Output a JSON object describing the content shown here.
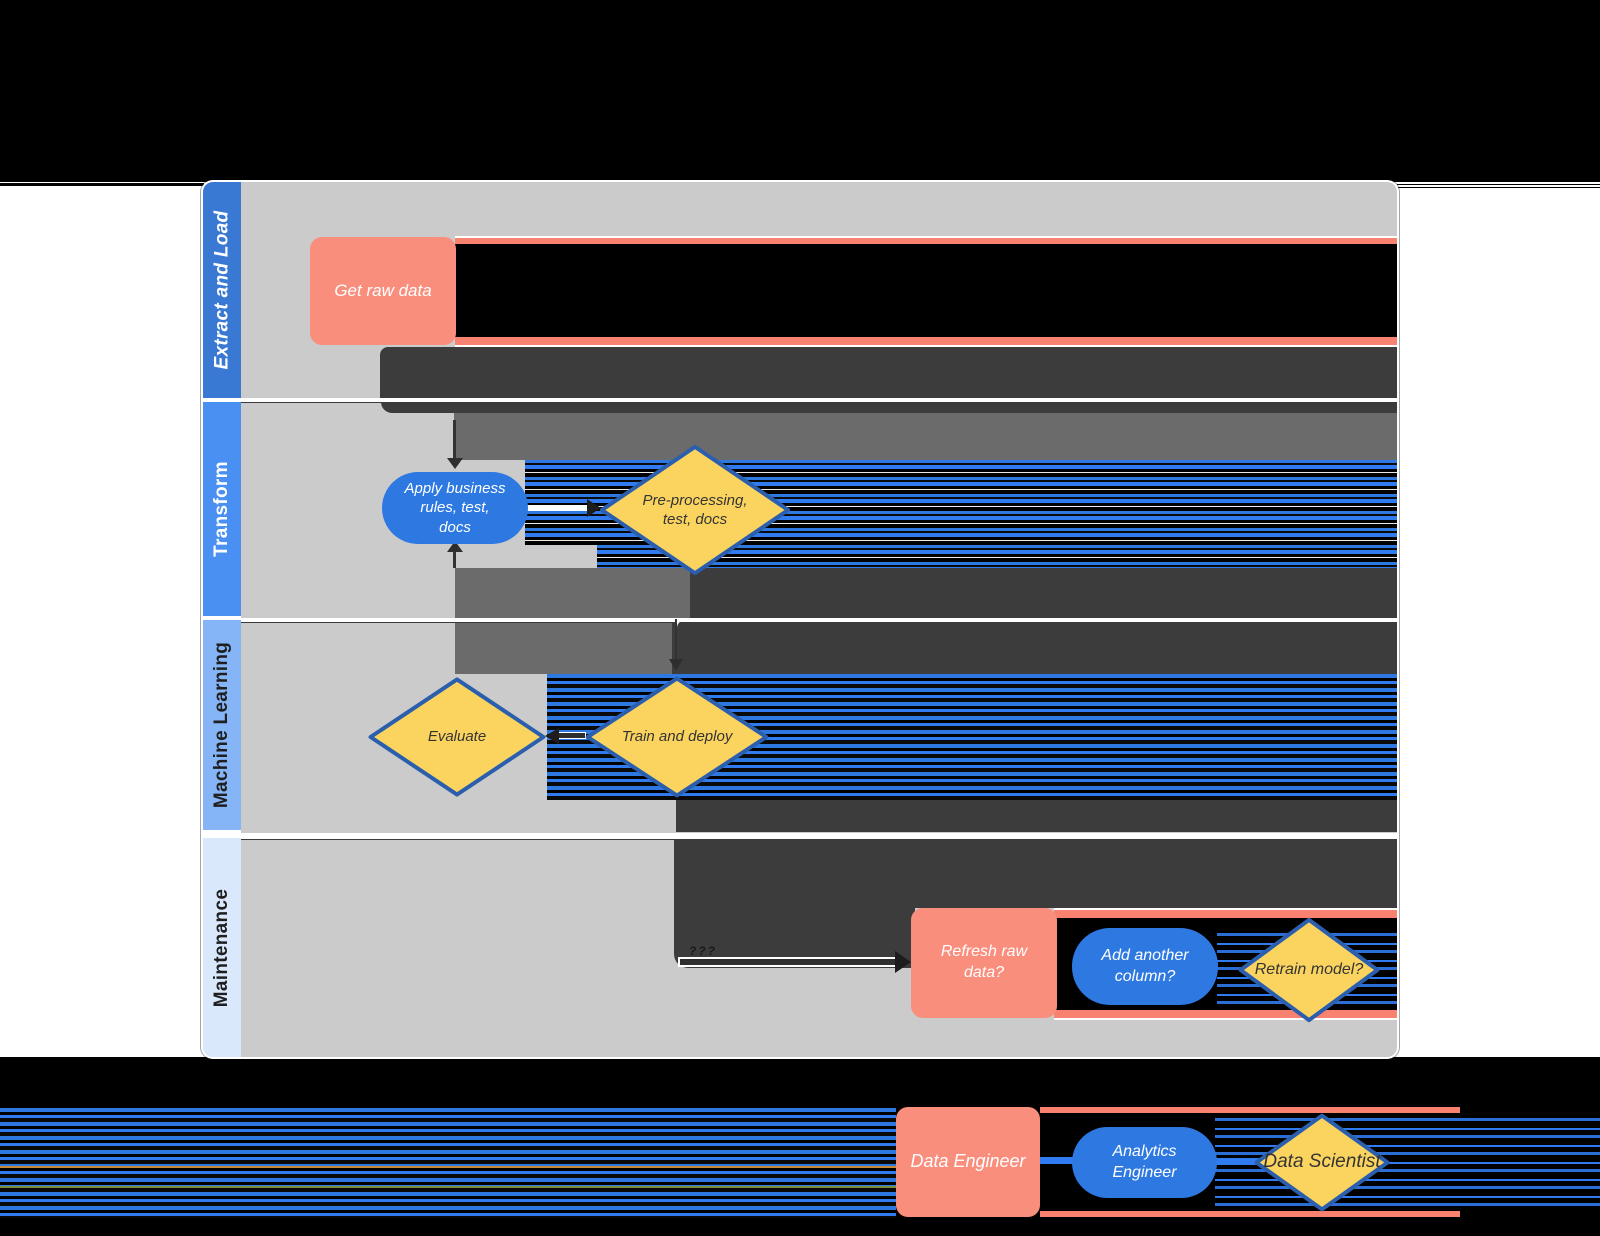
{
  "palette": {
    "black": "#000000",
    "white": "#ffffff",
    "lane-body": "#cbcbcb",
    "lane1": "#3a79d3",
    "lane2": "#4a90f2",
    "lane3": "#85b5f7",
    "lane4": "#d9e8fb",
    "pink": "#f98e7d",
    "salmon": "#f8816f",
    "blue": "#2e79e1",
    "stripe-blue": "#2f7bef",
    "yellow": "#fbd45f",
    "diamond-border": "#2b5fae",
    "dark-band": "#3c3c3c",
    "mid-band": "#6b6b6b"
  },
  "lanes": [
    {
      "label": "Extract and Load"
    },
    {
      "label": "Transform"
    },
    {
      "label": "Machine Learning"
    },
    {
      "label": "Maintenance"
    }
  ],
  "nodes": {
    "get_raw_data": {
      "label": "Get raw data"
    },
    "apply_business_rules": {
      "label": "Apply business\nrules, test,\ndocs"
    },
    "preprocessing": {
      "label": "Pre-processing,\ntest, docs"
    },
    "evaluate": {
      "label": "Evaluate"
    },
    "train_and_deploy": {
      "label": "Train and deploy"
    },
    "refresh_raw_data": {
      "label": "Refresh raw\ndata?"
    },
    "add_another_column": {
      "label": "Add another\ncolumn?"
    },
    "retrain_model": {
      "label": "Retrain model?"
    }
  },
  "legend": {
    "data_engineer": {
      "label": "Data Engineer"
    },
    "analytics_engineer": {
      "label": "Analytics\nEngineer"
    },
    "data_scientist": {
      "label": "Data Scientist"
    }
  },
  "artifacts": {
    "glitch_marks": "???"
  }
}
